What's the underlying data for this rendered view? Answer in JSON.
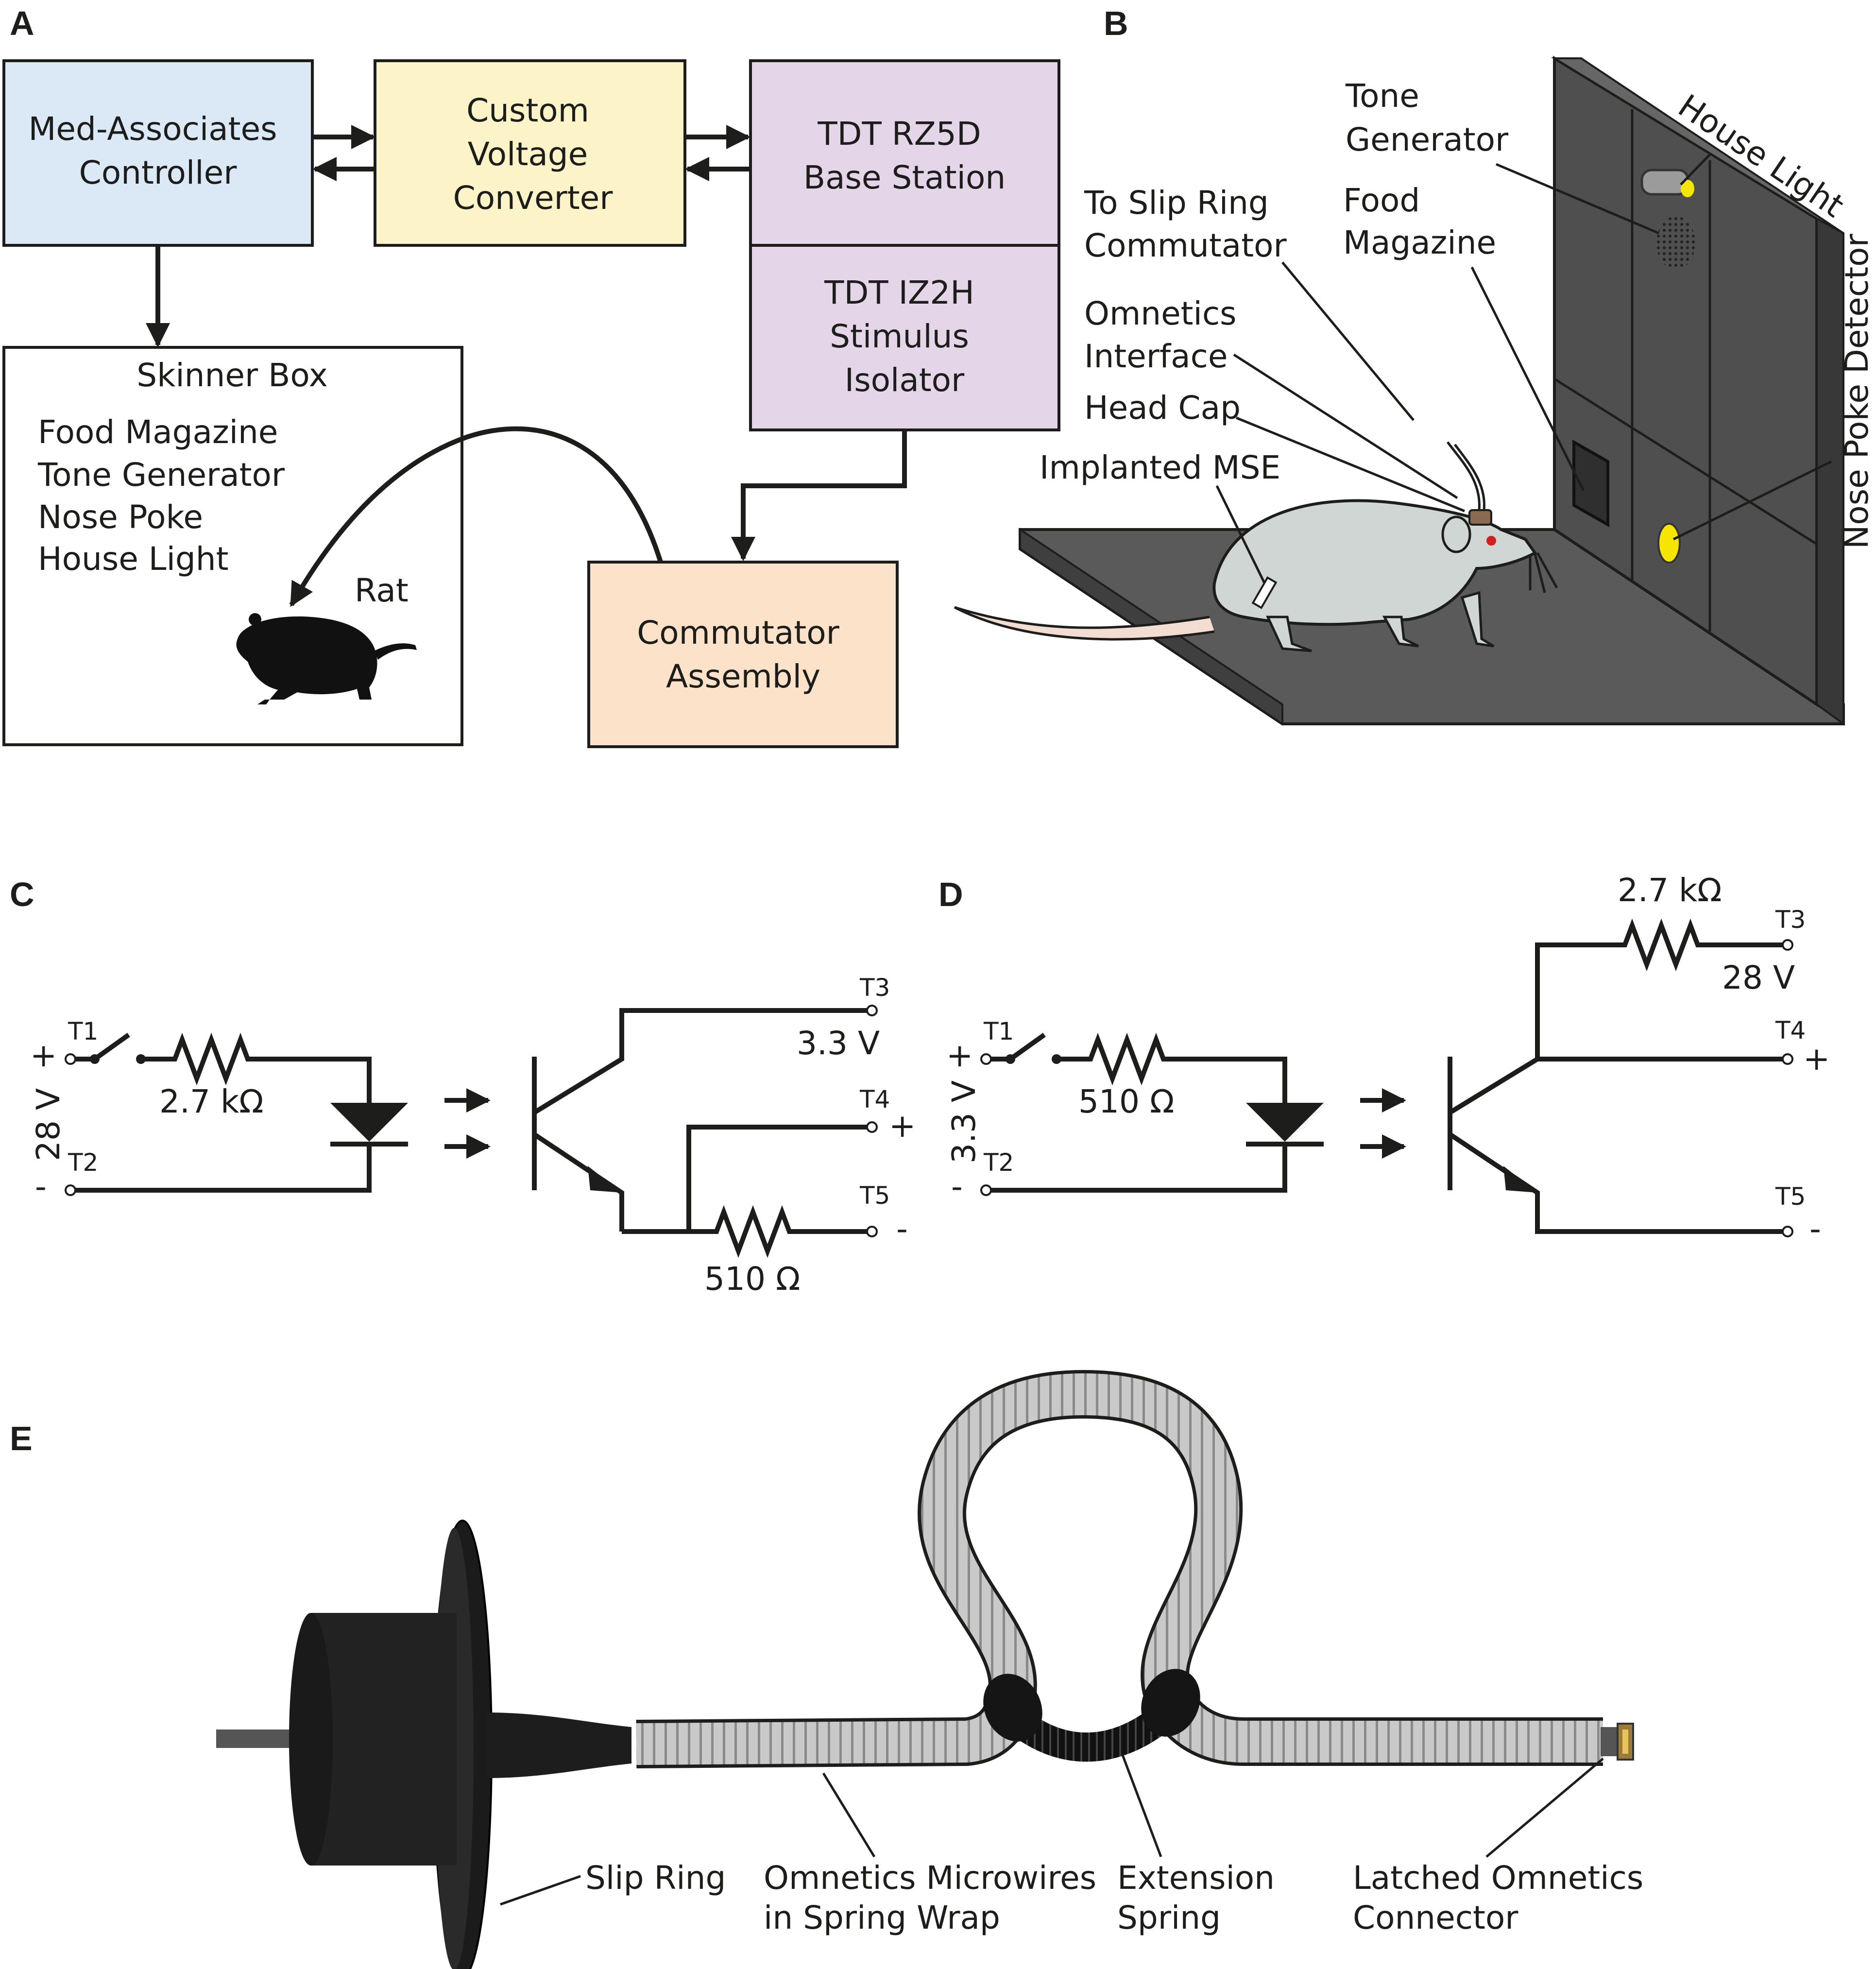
{
  "panels": {
    "a": "A",
    "b": "B",
    "c": "C",
    "d": "D",
    "e": "E"
  },
  "colors": {
    "controller_fill": "#dbe8f6",
    "converter_fill": "#fdf3c9",
    "tdt_fill": "#e4d6e8",
    "commutator_fill": "#fbe2c9",
    "box_floor": "#555555",
    "rat_body": "#cfd6d4",
    "rat_tail": "#f3ddd3"
  },
  "panel_a": {
    "controller": [
      "Med-Associates",
      "Controller"
    ],
    "converter": [
      "Custom",
      "Voltage",
      "Converter"
    ],
    "base_station": [
      "TDT RZ5D",
      "Base Station"
    ],
    "isolator": [
      "TDT IZ2H",
      "Stimulus",
      "Isolator"
    ],
    "commutator": [
      "Commutator",
      "Assembly"
    ],
    "skinner_title": "Skinner Box",
    "skinner_items": [
      "Food Magazine",
      "Tone Generator",
      "Nose Poke",
      "House Light"
    ],
    "rat": "Rat"
  },
  "panel_b": {
    "tone_generator": [
      "Tone",
      "Generator"
    ],
    "house_light": "House Light",
    "slip_ring": [
      "To Slip Ring",
      "Commutator"
    ],
    "food_magazine": [
      "Food",
      "Magazine"
    ],
    "omnetics": [
      "Omnetics",
      "Interface"
    ],
    "head_cap": "Head Cap",
    "implant": "Implanted MSE",
    "nose_poke": "Nose Poke Detector"
  },
  "panel_c": {
    "t1": "T1",
    "t2": "T2",
    "t3": "T3",
    "t4": "T4",
    "t5": "T5",
    "plus": "+",
    "minus": "-",
    "input_voltage": "28 V",
    "input_resistor": "2.7 kΩ",
    "output_voltage": "3.3 V",
    "output_resistor": "510 Ω"
  },
  "panel_d": {
    "t1": "T1",
    "t2": "T2",
    "t3": "T3",
    "t4": "T4",
    "t5": "T5",
    "plus": "+",
    "minus": "-",
    "input_voltage": "3.3 V",
    "input_resistor": "510 Ω",
    "output_voltage": "28 V",
    "output_resistor": "2.7 kΩ"
  },
  "panel_e": {
    "slip_ring": "Slip Ring",
    "microwires": [
      "Omnetics Microwires",
      "in Spring Wrap"
    ],
    "spring": [
      "Extension",
      "Spring"
    ],
    "connector": [
      "Latched Omnetics",
      "Connector"
    ]
  }
}
